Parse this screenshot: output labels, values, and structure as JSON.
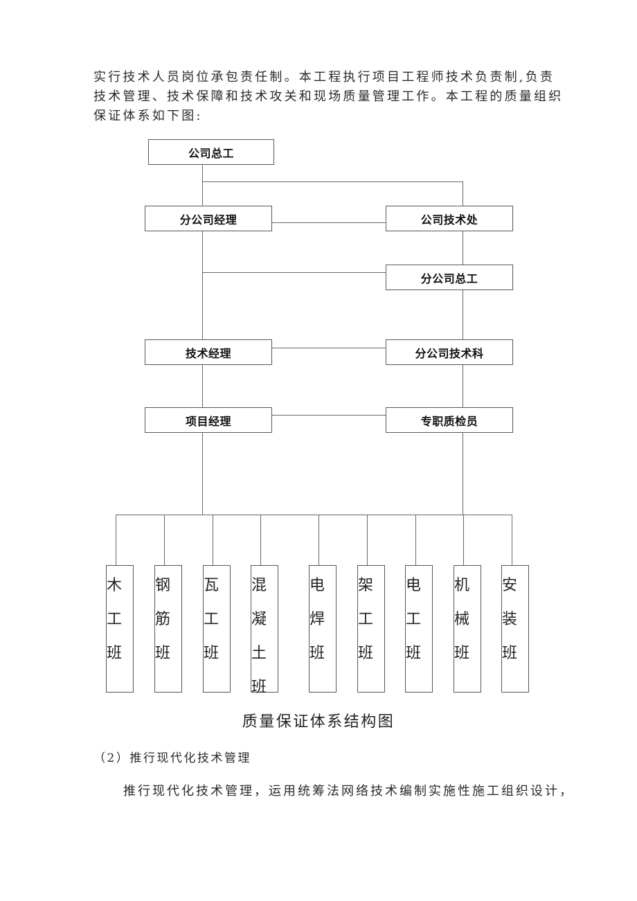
{
  "intro_paragraph": {
    "lines": [
      "实行技术人员岗位承包责任制。本工程执行项目工程师技术负责制,负责",
      "技术管理、技术保障和技术攻关和现场质量管理工作。本工程的质量组织",
      "保证体系如下图:"
    ]
  },
  "org_chart": {
    "top_box": "公司总工",
    "left_column": [
      "分公司经理",
      "技术经理",
      "项目经理"
    ],
    "right_column": [
      "公司技术处",
      "分公司总工",
      "分公司技术科",
      "专职质检员"
    ],
    "teams": [
      "木工班",
      "钢筋班",
      "瓦工班",
      "混凝土班",
      "电焊班",
      "架工班",
      "电工班",
      "机械班",
      "安装班"
    ],
    "line_color": "#666666",
    "box_border_color": "#555555"
  },
  "caption": "质量保证体系结构图",
  "section_heading": "（2）推行现代化技术管理",
  "section_body": "推行现代化技术管理，运用统筹法网络技术编制实施性施工组织设计，"
}
